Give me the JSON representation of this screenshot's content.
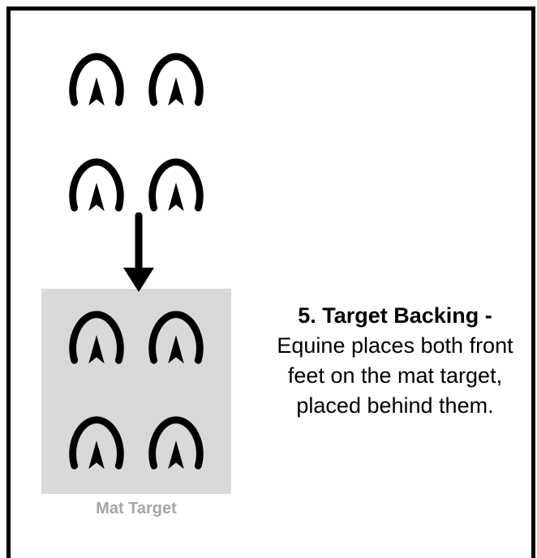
{
  "step_title": "5. Target Backing -",
  "step_description": "Equine places both front feet on the mat target, placed behind them.",
  "mat_label": "Mat Target",
  "colors": {
    "mat_fill": "#d9d9d9",
    "mat_label": "#a6a6a6",
    "ink": "#000000"
  },
  "icons": {
    "hoof": "hoof-print-icon",
    "arrow": "arrow-down-icon"
  }
}
